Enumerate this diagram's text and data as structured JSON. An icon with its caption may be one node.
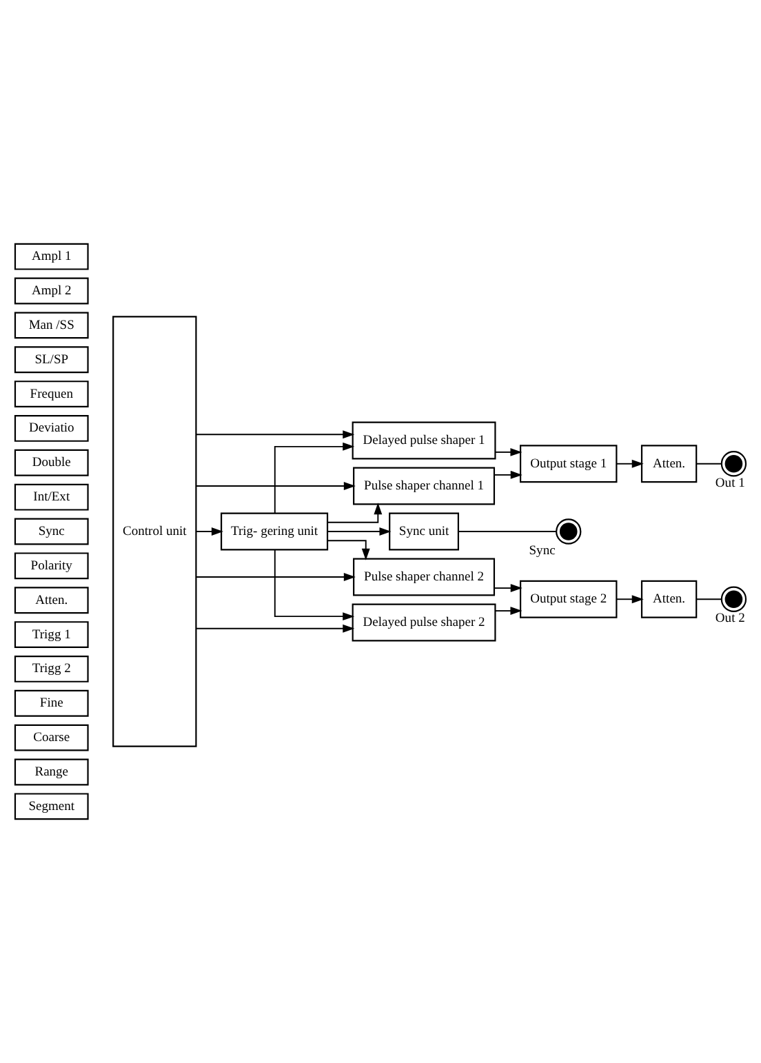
{
  "diagram": {
    "nodes": [
      {
        "text": [
          "Ampl 1"
        ]
      },
      {
        "text": [
          "Ampl 2"
        ]
      },
      {
        "text": [
          "Man /SS"
        ]
      },
      {
        "text": [
          "SL/SP"
        ]
      },
      {
        "text": [
          "Frequen"
        ]
      },
      {
        "text": [
          "Deviatio"
        ]
      },
      {
        "text": [
          "Double"
        ]
      },
      {
        "text": [
          "Int/Ext"
        ]
      },
      {
        "text": [
          "Sync"
        ]
      },
      {
        "text": [
          "Polarity"
        ]
      },
      {
        "text": [
          "Atten."
        ]
      },
      {
        "text": [
          "Trigg 1"
        ]
      },
      {
        "text": [
          "Trigg 2"
        ]
      },
      {
        "text": [
          "Fine"
        ]
      },
      {
        "text": [
          "Coarse"
        ]
      },
      {
        "text": [
          "Range"
        ]
      },
      {
        "text": [
          "Segment"
        ]
      },
      {
        "text": [
          "Control unit"
        ]
      },
      {
        "text": [
          "Pulse shaper channel 1"
        ]
      },
      {
        "text": [
          "Output stage 1"
        ]
      },
      {
        "text": [
          "Delayed pulse shaper 1"
        ]
      },
      {
        "text": [
          "Atten."
        ]
      },
      {
        "text": [
          "Trig- gering unit"
        ]
      },
      {
        "text": [
          "Sync unit"
        ]
      },
      {
        "text": [],
        "shape": "circle",
        "beside": [
          "Out 1"
        ]
      },
      {
        "text": [],
        "shape": "circle",
        "beside": [
          "Sync"
        ]
      },
      {
        "text": [
          "Delayed pulse shaper 2"
        ]
      },
      {
        "text": [
          "Output stage 2"
        ]
      },
      {
        "text": [
          "Pulse shaper channel 2"
        ]
      },
      {
        "text": [
          "Atten."
        ]
      },
      {
        "text": [],
        "shape": "circle",
        "beside": [
          "Out 2"
        ]
      }
    ],
    "edges": [
      {
        "from": 17,
        "to": 18,
        "arrow": "to"
      },
      {
        "from": 22,
        "to": 18,
        "arrow": "to"
      },
      {
        "from": 18,
        "to": 19,
        "arrow": "to"
      },
      {
        "from": 17,
        "to": 20,
        "arrow": "to"
      },
      {
        "from": 20,
        "to": 19,
        "arrow": "to"
      },
      {
        "from": 22,
        "to": 20,
        "arrow": "to"
      },
      {
        "from": 19,
        "to": 21,
        "arrow": "to"
      },
      {
        "from": 21,
        "to": 24,
        "arrow": "none"
      },
      {
        "from": 17,
        "to": 22,
        "arrow": "to"
      },
      {
        "from": 22,
        "to": 23,
        "arrow": "to"
      },
      {
        "from": 23,
        "to": 25,
        "arrow": "none"
      },
      {
        "from": 22,
        "to": 26,
        "arrow": "to"
      },
      {
        "from": 22,
        "to": 28,
        "arrow": "to"
      },
      {
        "from": 17,
        "to": 26,
        "arrow": "to"
      },
      {
        "from": 17,
        "to": 28,
        "arrow": "to"
      },
      {
        "from": 26,
        "to": 27,
        "arrow": "to"
      },
      {
        "from": 28,
        "to": 27,
        "arrow": "to"
      },
      {
        "from": 27,
        "to": 29,
        "arrow": "to"
      },
      {
        "from": 29,
        "to": 30,
        "arrow": "none"
      }
    ]
  }
}
